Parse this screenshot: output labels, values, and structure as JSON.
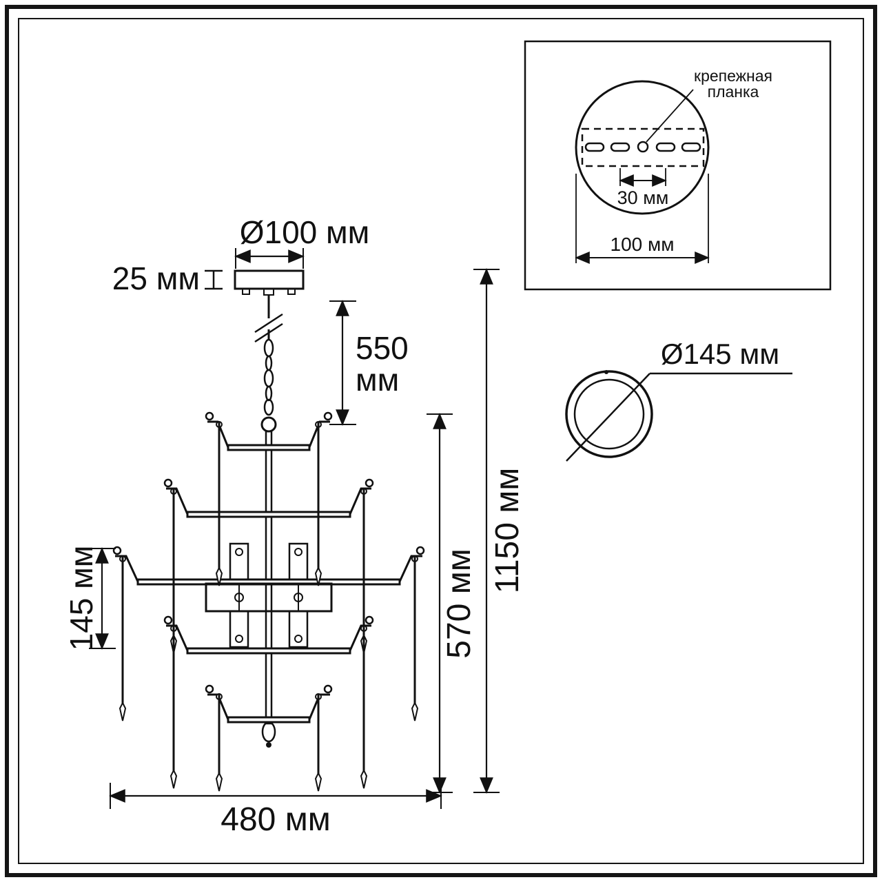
{
  "drawing": {
    "canopy_diameter": "Ø100 мм",
    "canopy_height": "25 мм",
    "suspension_value": "550",
    "suspension_unit": "мм",
    "total_height": "1150 мм",
    "body_height": "570 мм",
    "tier_spacing": "145 мм",
    "body_width": "480 мм"
  },
  "mount_plate_inset": {
    "callout_line1": "крепежная",
    "callout_line2": "планка",
    "hole_spacing": "30 мм",
    "plate_diameter": "100 мм"
  },
  "cup_detail": {
    "diameter": "Ø145 мм"
  },
  "colors": {
    "ink": "#111111",
    "background": "#ffffff"
  }
}
